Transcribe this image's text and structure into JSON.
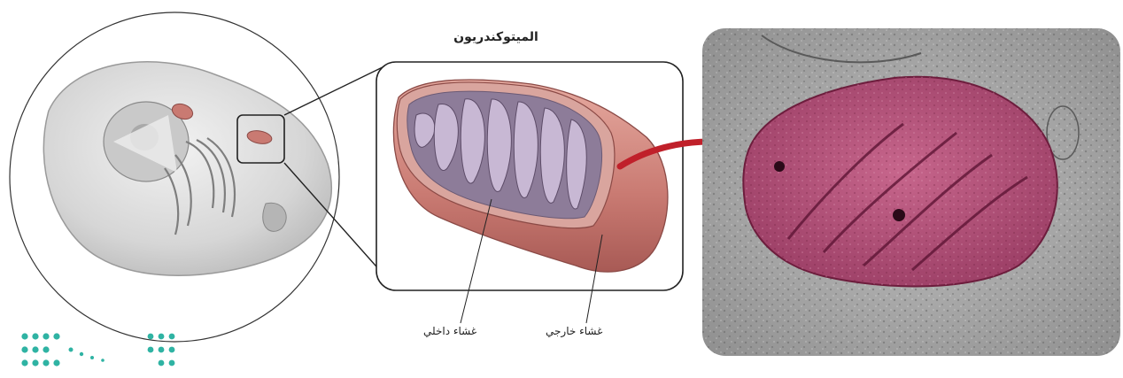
{
  "diagram": {
    "title": "الميتوكندريون",
    "labels": {
      "inner_membrane": "غشاء داخلي",
      "outer_membrane": "غشاء خارجي"
    },
    "colors": {
      "membrane": "#c97a72",
      "matrix": "#8d7c99",
      "micrograph_mito": "#b3507a",
      "arrow": "#c0202a",
      "logo": "#2fb3a3"
    }
  }
}
